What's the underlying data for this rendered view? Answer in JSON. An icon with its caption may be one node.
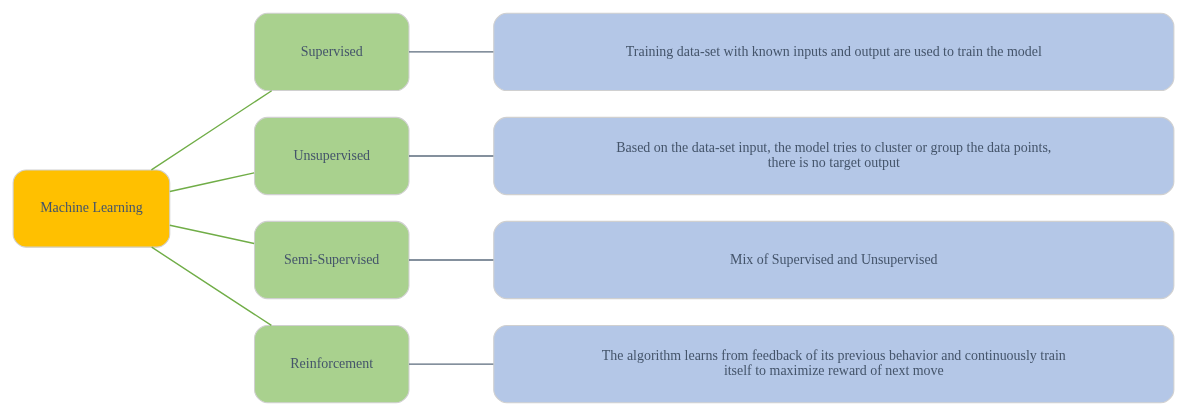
{
  "diagram": {
    "nodes": [
      {
        "text": [
          "Machine Learning"
        ]
      },
      {
        "text": [
          "Supervised"
        ]
      },
      {
        "text": [
          "Unsupervised"
        ]
      },
      {
        "text": [
          "Semi-Supervised"
        ]
      },
      {
        "text": [
          "Reinforcement"
        ]
      },
      {
        "text": [
          "Training data-set with known inputs and output are used to train the model"
        ]
      },
      {
        "text": [
          "Based on the data-set input, the model tries to cluster or group the data points, there is no target output"
        ]
      },
      {
        "text": [
          "Mix of Supervised and Unsupervised"
        ]
      },
      {
        "text": [
          "The algorithm learns from feedback of its previous behavior and continuously train itself to maximize reward of next move"
        ]
      }
    ],
    "edges": [
      {
        "from": 0,
        "to": 1,
        "arrow": "none",
        "color": "#70ad47"
      },
      {
        "from": 0,
        "to": 2,
        "arrow": "none",
        "color": "#70ad47"
      },
      {
        "from": 0,
        "to": 3,
        "arrow": "none",
        "color": "#70ad47"
      },
      {
        "from": 0,
        "to": 4,
        "arrow": "none",
        "color": "#70ad47"
      },
      {
        "from": 1,
        "to": 5,
        "arrow": "none",
        "color": "#5b6b7c"
      },
      {
        "from": 2,
        "to": 6,
        "arrow": "none",
        "color": "#5b6b7c"
      },
      {
        "from": 3,
        "to": 7,
        "arrow": "none",
        "color": "#5b6b7c"
      },
      {
        "from": 4,
        "to": 8,
        "arrow": "none",
        "color": "#5b6b7c"
      }
    ]
  }
}
